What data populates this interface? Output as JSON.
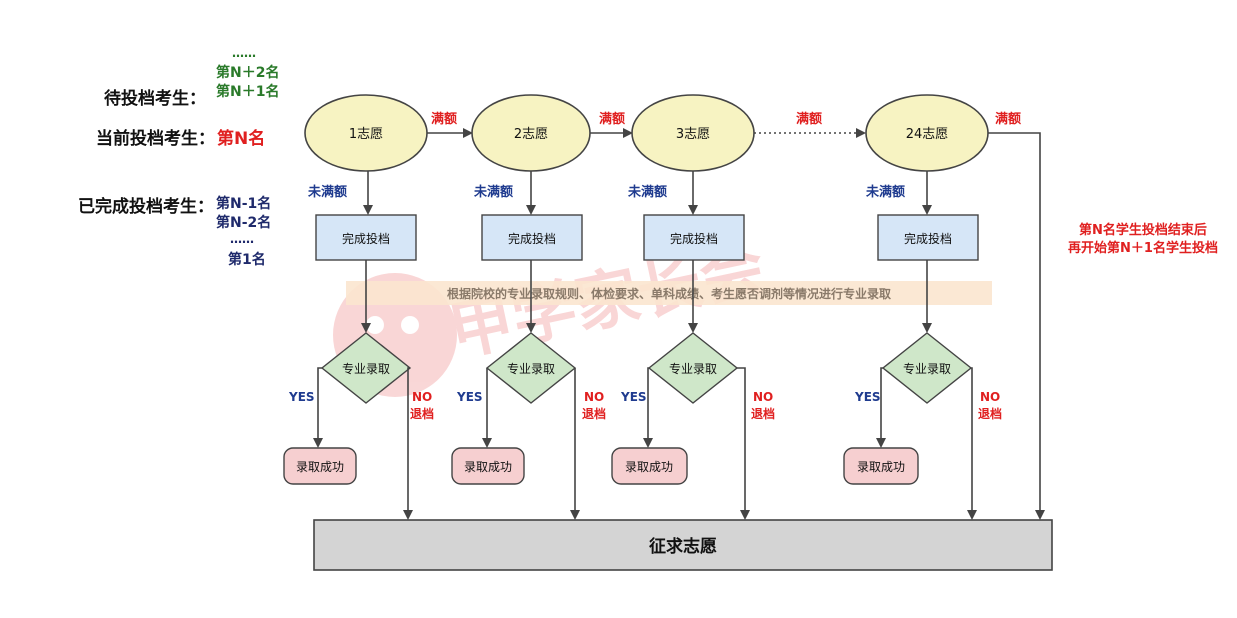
{
  "side": {
    "dots_top": "……",
    "next2": "第N＋2名",
    "next1": "第N＋1名",
    "waiting_label": "待投档考生：",
    "current_label": "当前投档考生：",
    "current_value": "第N名",
    "done_label": "已完成投档考生：",
    "done1": "第N-1名",
    "done2": "第N-2名",
    "dots_bottom": "……",
    "first": "第1名"
  },
  "columns": [
    {
      "choice": "1志愿",
      "full": "满额",
      "not_full": "未满额",
      "complete": "完成投档",
      "major": "专业录取",
      "yes": "YES",
      "no": "NO",
      "retreat": "退档",
      "success": "录取成功"
    },
    {
      "choice": "2志愿",
      "full": "满额",
      "not_full": "未满额",
      "complete": "完成投档",
      "major": "专业录取",
      "yes": "YES",
      "no": "NO",
      "retreat": "退档",
      "success": "录取成功"
    },
    {
      "choice": "3志愿",
      "full": "满额",
      "not_full": "未满额",
      "complete": "完成投档",
      "major": "专业录取",
      "yes": "YES",
      "no": "NO",
      "retreat": "退档",
      "success": "录取成功"
    },
    {
      "choice": "24志愿",
      "full": "满额",
      "not_full": "未满额",
      "complete": "完成投档",
      "major": "专业录取",
      "yes": "YES",
      "no": "NO",
      "retreat": "退档",
      "success": "录取成功"
    }
  ],
  "rule_note": "根据院校的专业录取规则、体检要求、单科成绩、考生愿否调剂等情况进行专业录取",
  "end_note_line1": "第N名学生投档结束后",
  "end_note_line2": "再开始第N＋1名学生投档",
  "solicit": "征求志愿",
  "watermark": "甲学家长会",
  "colors": {
    "ellipse_fill": "#f7f3c2",
    "box_fill": "#d6e6f7",
    "diamond_fill": "#cfe7c9",
    "success_fill": "#f6cfd0",
    "bottom_fill": "#d4d4d4",
    "red": "#e02020",
    "blue": "#1f3b8f",
    "green": "#2a7a2a",
    "navy": "#1f2a6b"
  }
}
